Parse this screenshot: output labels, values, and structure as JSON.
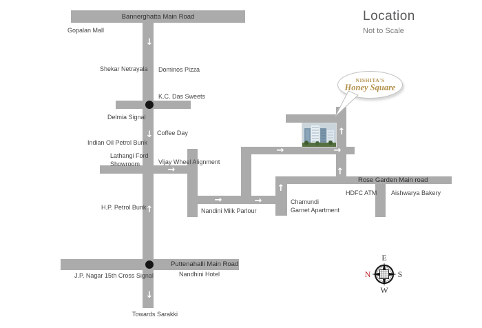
{
  "title": {
    "heading": "Location",
    "subheading": "Not to Scale"
  },
  "callout": {
    "line1": "NISHITA'S",
    "line2": "Honey Square"
  },
  "roads": {
    "bannerghatta": "Bannerghatta Main Road",
    "rose_garden": "Rose Garden Main road",
    "puttenahalli": "Puttenahalli Main Road"
  },
  "landmarks": {
    "gopalan_mall": "Gopalan Mall",
    "shekar_netrayala": "Shekar Netrayala",
    "dominos_pizza": "Dominos Pizza",
    "kc_das_sweets": "K.C. Das Sweets",
    "delmia_signal": "Delmia Signal",
    "coffee_day": "Coffee Day",
    "indian_oil_petrol_bunk": "Indian Oil Petrol Bunk",
    "lathangi_line1": "Lathangi Ford",
    "lathangi_line2": "Showroom",
    "vijay_wheel_alignment": "Vijay Wheel Alignment",
    "hp_petrol_bunk": "H.P. Petrol Bunk",
    "nandini_milk_parlour": "Nandini Milk Parlour",
    "chamundi_line1": "Chamundi",
    "chamundi_line2": "Garnet Apartment",
    "hdfc_atm": "HDFC ATM",
    "aishwarya_bakery": "Aishwarya Bakery",
    "jp_nagar_signal": "J.P. Nagar 15th Cross Signal",
    "nandhini_hotel": "Nandhini Hotel",
    "towards_sarakki": "Towards Sarakki"
  },
  "compass": {
    "north": "N",
    "east": "E",
    "south": "S",
    "west": "W"
  },
  "icons": {
    "arrow_up": "↑",
    "arrow_down": "↓",
    "arrow_right": "→"
  },
  "colors": {
    "road": "#ababab",
    "label_text": "#454545",
    "brand_gold": "#b2914b",
    "compass_north_red": "#c0272d",
    "signal_dot": "#161616",
    "arrow_white": "#ffffff"
  }
}
